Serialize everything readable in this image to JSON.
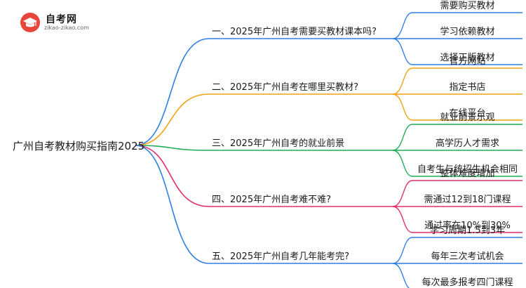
{
  "logo": {
    "title": "自考网",
    "url": "zikao-zikao.com"
  },
  "root": {
    "label": "广州自考教材购买指南2025"
  },
  "colors": [
    "#2f7fe6",
    "#f2a20f",
    "#1fae57",
    "#e22d6b",
    "#2f7fe6"
  ],
  "branches": [
    {
      "label": "一、2025年广州自考需要买教材课本吗?",
      "children": [
        "需要购买教材",
        "学习依赖教材",
        "选择正版教材"
      ]
    },
    {
      "label": "二、2025年广州自考在哪里买教材?",
      "children": [
        "官方网站",
        "指定书店",
        "在线平台"
      ]
    },
    {
      "label": "三、2025年广州自考的就业前景",
      "children": [
        "就业前景乐观",
        "高学历人才需求",
        "自考生与统招生机会相同"
      ]
    },
    {
      "label": "四、2025年广州自考难不难?",
      "children": [
        "整体难度增加",
        "需通过12到18门课程",
        "通过率在10%到30%"
      ]
    },
    {
      "label": "五、2025年广州自考几年能考完?",
      "children": [
        "学习周期1.5到3年",
        "每年三次考试机会",
        "每次最多报考四门课程"
      ]
    }
  ]
}
